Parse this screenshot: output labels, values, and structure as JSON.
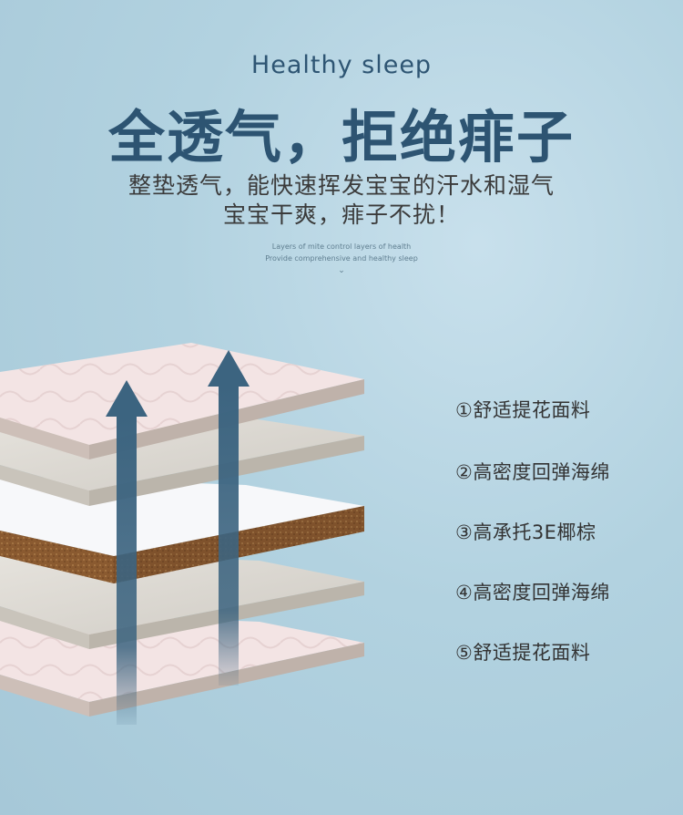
{
  "header": {
    "eyebrow": "Healthy sleep",
    "headline": "全透气，拒绝痱子",
    "sub_line_1": "整垫透气，能快速挥发宝宝的汗水和湿气",
    "sub_line_2": "宝宝干爽，痱子不扰！",
    "fine_print_1": "Layers of mite control layers of health",
    "fine_print_2": "Provide comprehensive and healthy sleep",
    "chevron": "⌄"
  },
  "layers": [
    {
      "label": "①舒适提花面料"
    },
    {
      "label": "②高密度回弹海绵"
    },
    {
      "label": "③高承托3E椰棕"
    },
    {
      "label": "④高密度回弹海绵"
    },
    {
      "label": "⑤舒适提花面料"
    }
  ],
  "colors": {
    "background": "#b2d2e0",
    "headline": "#2d5472",
    "arrow": "#3c6480",
    "fabric": "#f3e4e4",
    "sponge": "#dcd9d3",
    "coir": "#8a5a30"
  }
}
